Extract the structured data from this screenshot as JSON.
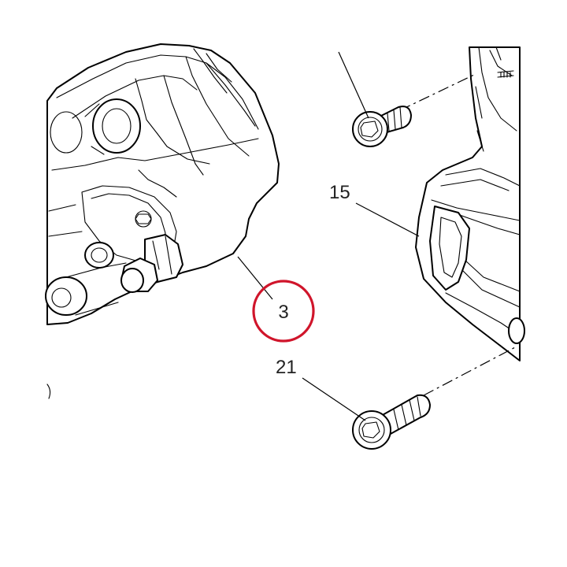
{
  "callouts": [
    {
      "id": "callout-3",
      "label": "3",
      "highlighted": true
    },
    {
      "id": "callout-15",
      "label": "15",
      "highlighted": false
    },
    {
      "id": "callout-21",
      "label": "21",
      "highlighted": false
    }
  ],
  "colors": {
    "highlight": "#d0152b",
    "linework": "#000000",
    "background": "#ffffff"
  }
}
